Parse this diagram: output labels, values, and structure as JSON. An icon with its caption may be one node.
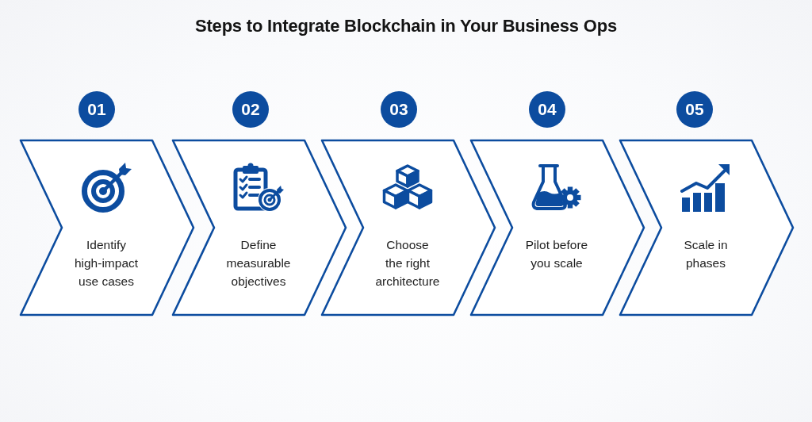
{
  "diagram": {
    "title": "Steps to Integrate Blockchain in Your Business Ops",
    "nodes": [
      {
        "text": [
          "01"
        ]
      },
      {
        "text": [
          "02"
        ]
      },
      {
        "text": [
          "03"
        ]
      },
      {
        "text": [
          "04"
        ]
      },
      {
        "text": [
          "05"
        ]
      },
      {
        "text": [
          "Identify high-impact use cases"
        ]
      },
      {
        "text": [
          "Define measurable objectives"
        ]
      },
      {
        "text": [
          "Choose the right architecture"
        ]
      },
      {
        "text": [
          "Pilot before you scale"
        ]
      },
      {
        "text": [
          "Scale in phases"
        ]
      }
    ]
  }
}
